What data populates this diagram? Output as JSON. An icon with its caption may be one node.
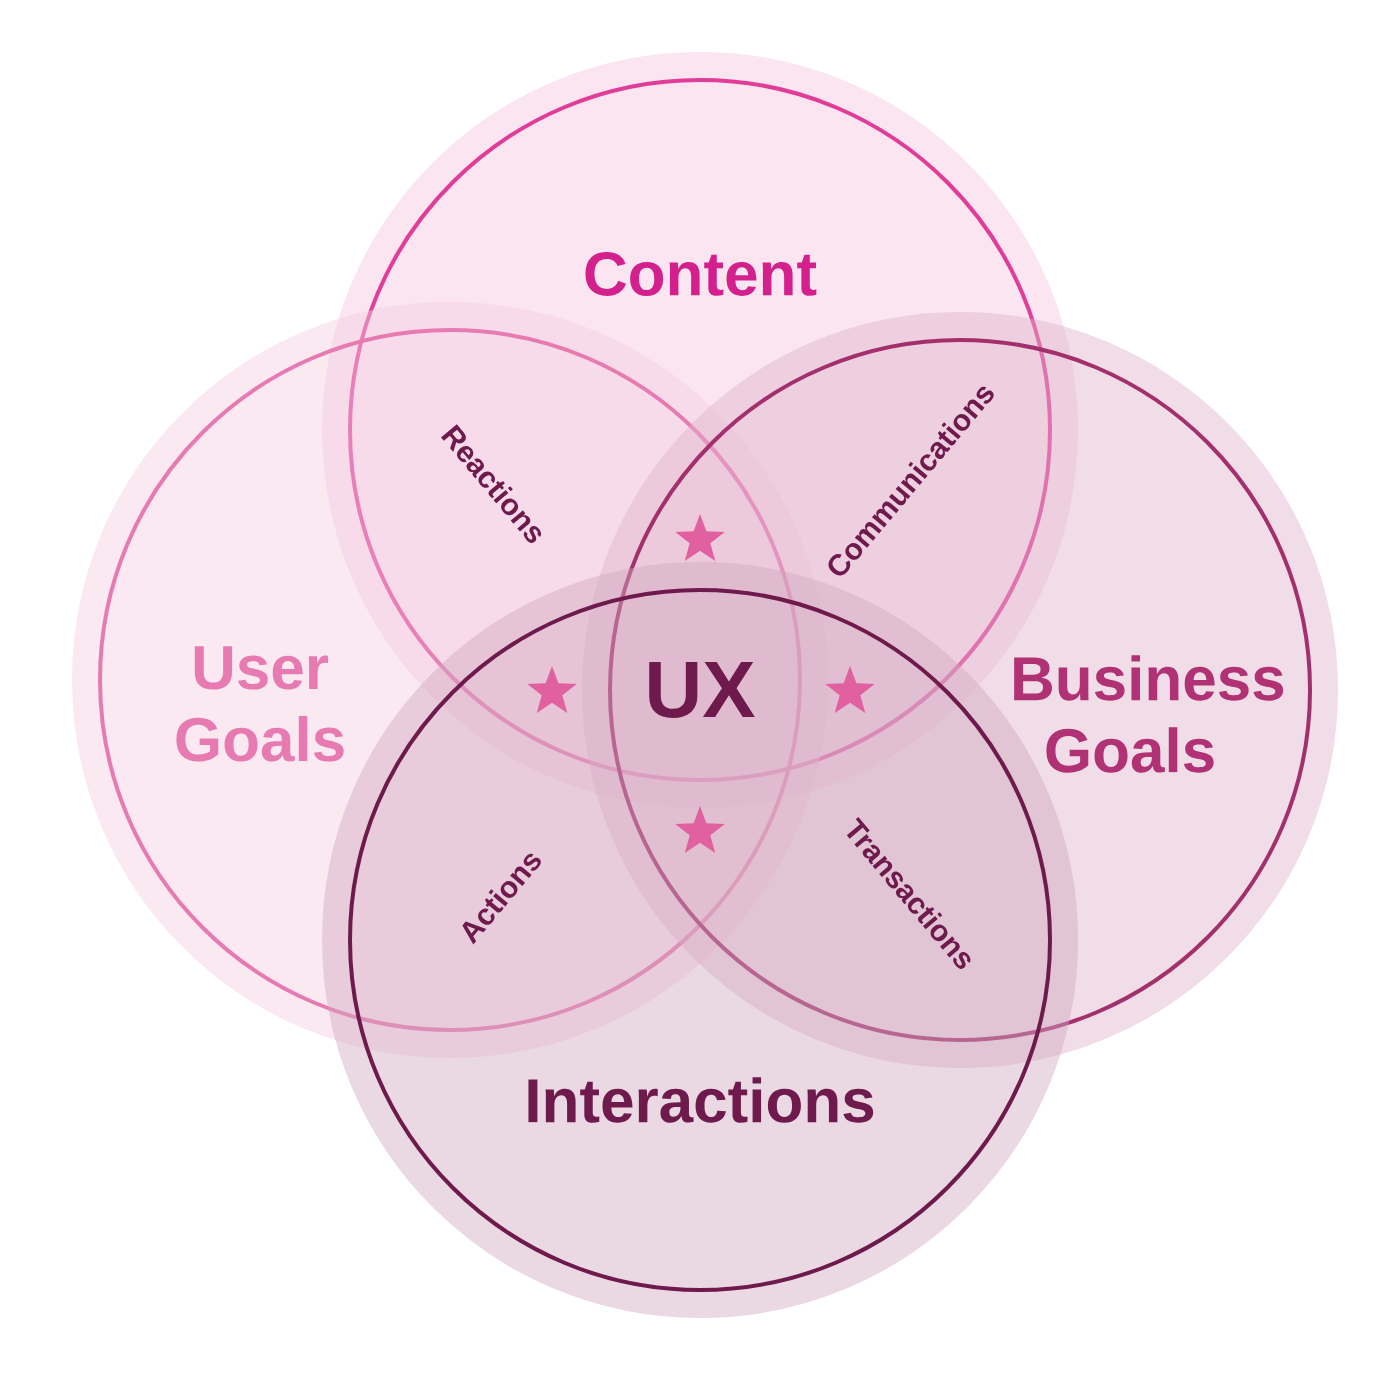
{
  "diagram": {
    "nodes": [
      {
        "text": [
          "Content"
        ]
      },
      {
        "text": [
          "User Goals"
        ]
      },
      {
        "text": [
          "Business Goals"
        ]
      },
      {
        "text": [
          "Interactions"
        ]
      }
    ],
    "labels": [
      "Reactions",
      "Communications",
      "UX",
      "Actions",
      "Transactions"
    ]
  }
}
